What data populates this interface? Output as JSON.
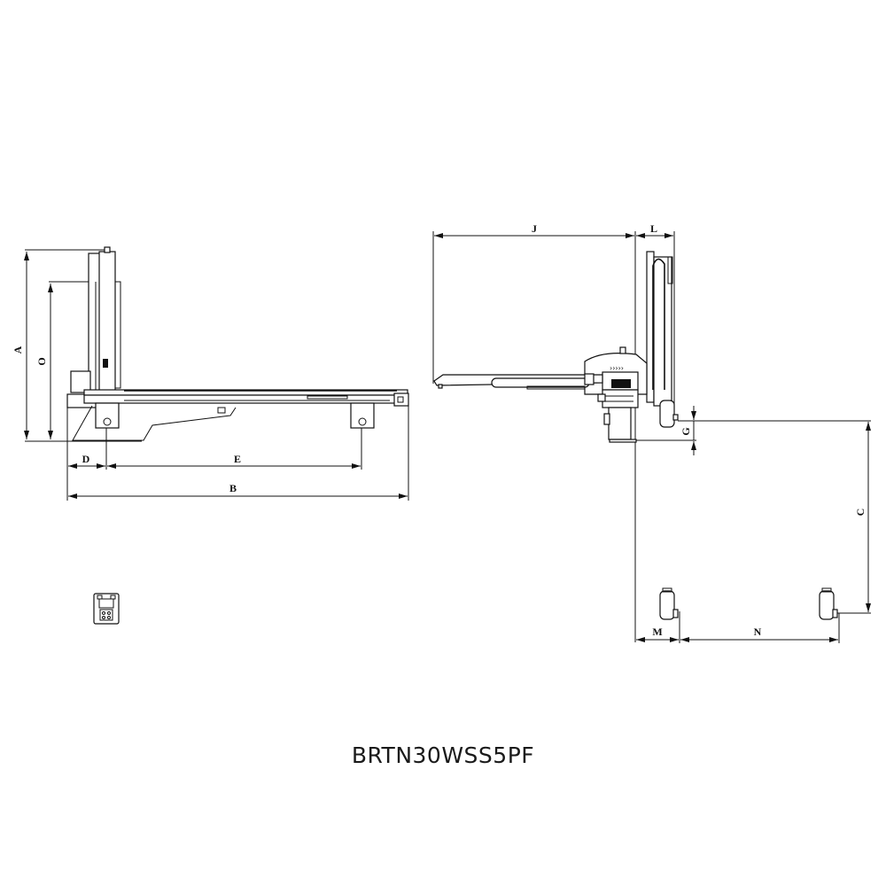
{
  "title": "BRTN30WSS5PF",
  "front_view": {
    "dimensions": [
      "A",
      "O",
      "D",
      "E",
      "B"
    ]
  },
  "side_view": {
    "dimensions": [
      "J",
      "L",
      "G",
      "C",
      "M",
      "N"
    ]
  },
  "colors": {
    "line": "#111111",
    "background": "#ffffff"
  }
}
